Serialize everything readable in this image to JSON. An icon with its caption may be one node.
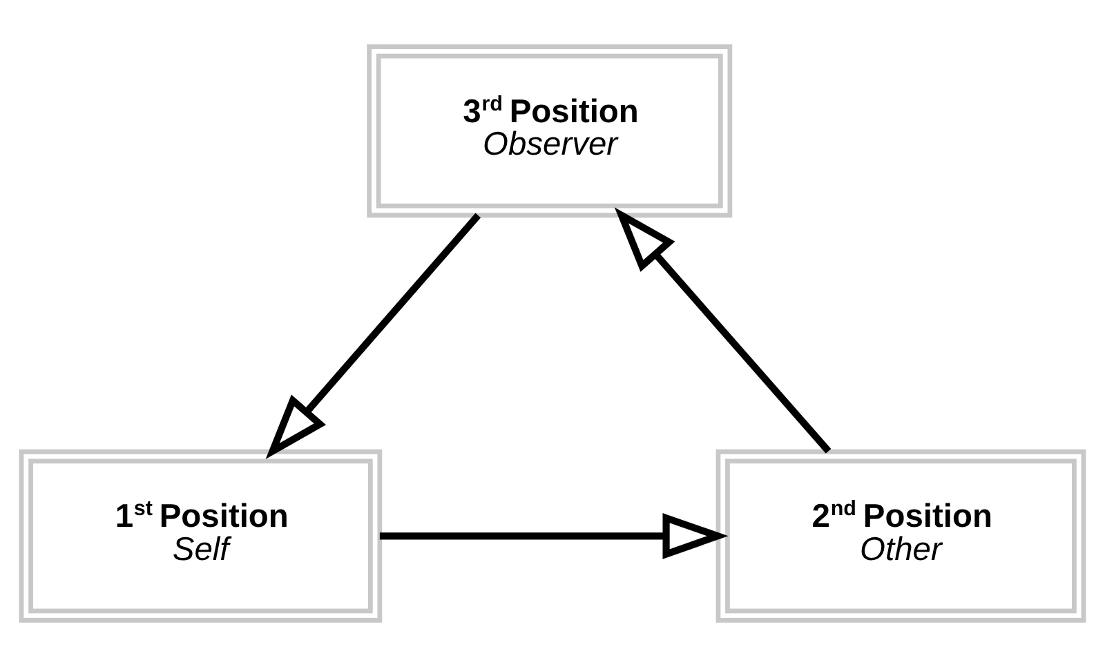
{
  "diagram": {
    "nodes": [
      {
        "text": [
          "3$^{rd}$ Position",
          "Observer"
        ]
      },
      {
        "text": [
          "1$^{st}$ Position",
          "Self"
        ]
      },
      {
        "text": [
          "2$^{nd}$ Position",
          "Other"
        ]
      }
    ],
    "edges": [
      {
        "from": 0,
        "to": 1,
        "arrow": "to"
      },
      {
        "from": 1,
        "to": 2,
        "arrow": "to"
      },
      {
        "from": 2,
        "to": 0,
        "arrow": "to"
      }
    ]
  }
}
